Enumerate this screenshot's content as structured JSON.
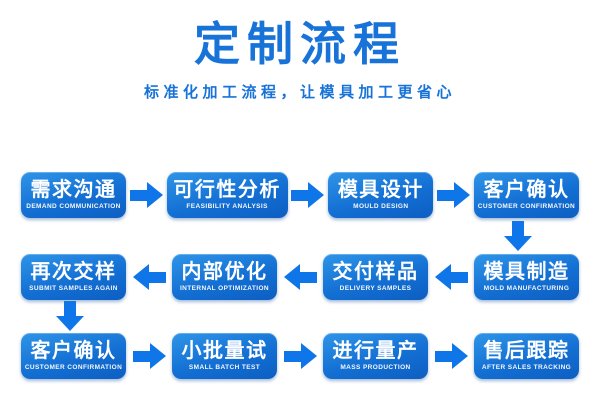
{
  "header": {
    "title": "定制流程",
    "subtitle": "标准化加工流程，让模具加工更省心"
  },
  "colors": {
    "title_blue": "#1873d9",
    "arrow_blue": "#0e76e8",
    "box_gradient_top": "#2f95e8",
    "box_gradient_bottom": "#0d5ec2",
    "box_text": "#ffffff",
    "background": "#ffffff"
  },
  "flow": {
    "rows": [
      {
        "direction": "right",
        "steps": [
          {
            "zh": "需求沟通",
            "en": "DEMAND COMMUNICATION"
          },
          {
            "zh": "可行性分析",
            "en": "FEASIBILITY ANALYSIS"
          },
          {
            "zh": "模具设计",
            "en": "MOULD DESIGN"
          },
          {
            "zh": "客户确认",
            "en": "CUSTOMER CONFIRMATION"
          }
        ]
      },
      {
        "direction": "left",
        "steps": [
          {
            "zh": "再次交样",
            "en": "SUBMIT SAMPLES AGAIN"
          },
          {
            "zh": "内部优化",
            "en": "INTERNAL OPTIMIZATION"
          },
          {
            "zh": "交付样品",
            "en": "DELIVERY SAMPLES"
          },
          {
            "zh": "模具制造",
            "en": "MOLD MANUFACTURING"
          }
        ]
      },
      {
        "direction": "right",
        "steps": [
          {
            "zh": "客户确认",
            "en": "CUSTOMER CONFIRMATION"
          },
          {
            "zh": "小批量试",
            "en": "SMALL BATCH TEST"
          },
          {
            "zh": "进行量产",
            "en": "MASS PRODUCTION"
          },
          {
            "zh": "售后跟踪",
            "en": "AFTER SALES TRACKING"
          }
        ]
      }
    ],
    "connectors": {
      "row1_to_row2": {
        "type": "arrow-down",
        "side": "right"
      },
      "row2_to_row3": {
        "type": "arrow-down",
        "side": "left"
      }
    }
  }
}
